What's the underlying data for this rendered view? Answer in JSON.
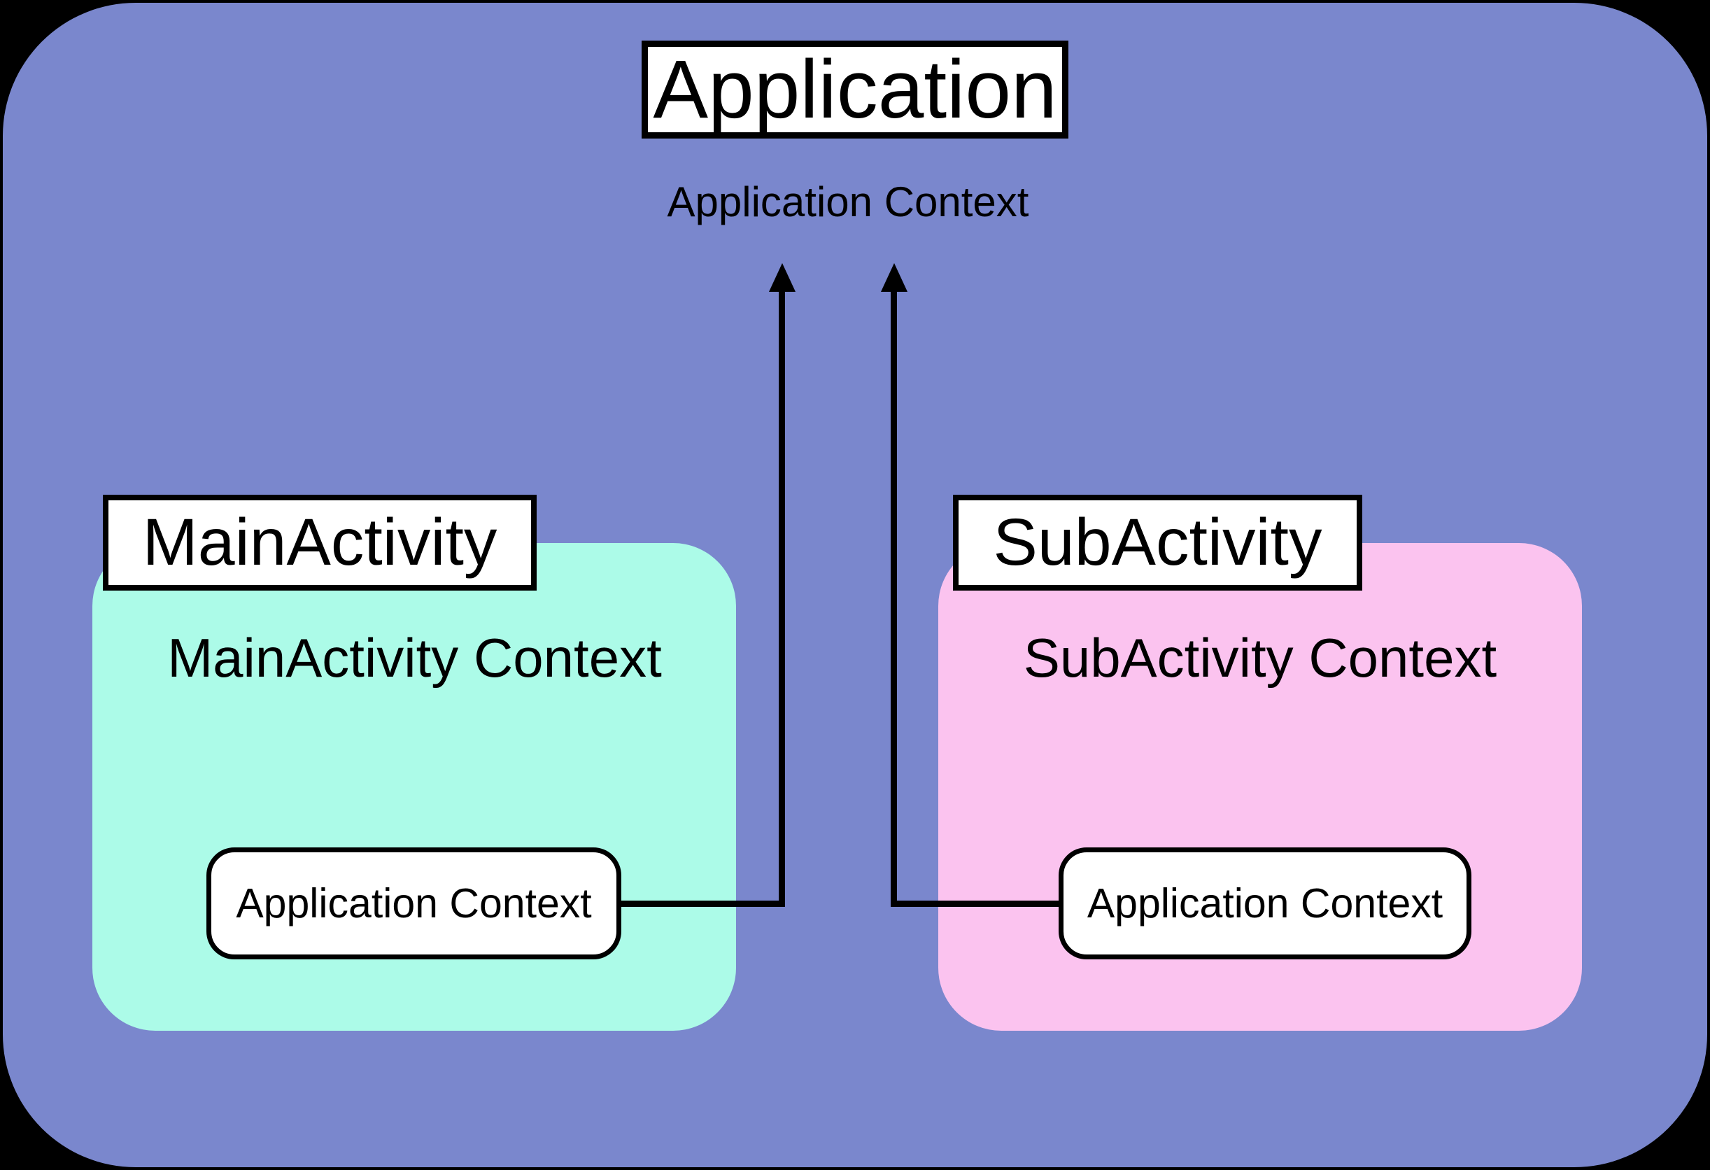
{
  "application": {
    "label": "Application",
    "context_caption": "Application Context"
  },
  "main_activity": {
    "label": "MainActivity",
    "context_caption": "MainActivity Context",
    "app_context_chip": "Application Context"
  },
  "sub_activity": {
    "label": "SubActivity",
    "context_caption": "SubActivity Context",
    "app_context_chip": "Application Context"
  },
  "colors": {
    "canvas_background": "#000000",
    "application_scope_fill": "#7A87CD",
    "main_activity_fill": "#ACFBE8",
    "sub_activity_fill": "#FBC3EF",
    "box_fill": "#FFFFFF",
    "line_and_text": "#000000"
  }
}
